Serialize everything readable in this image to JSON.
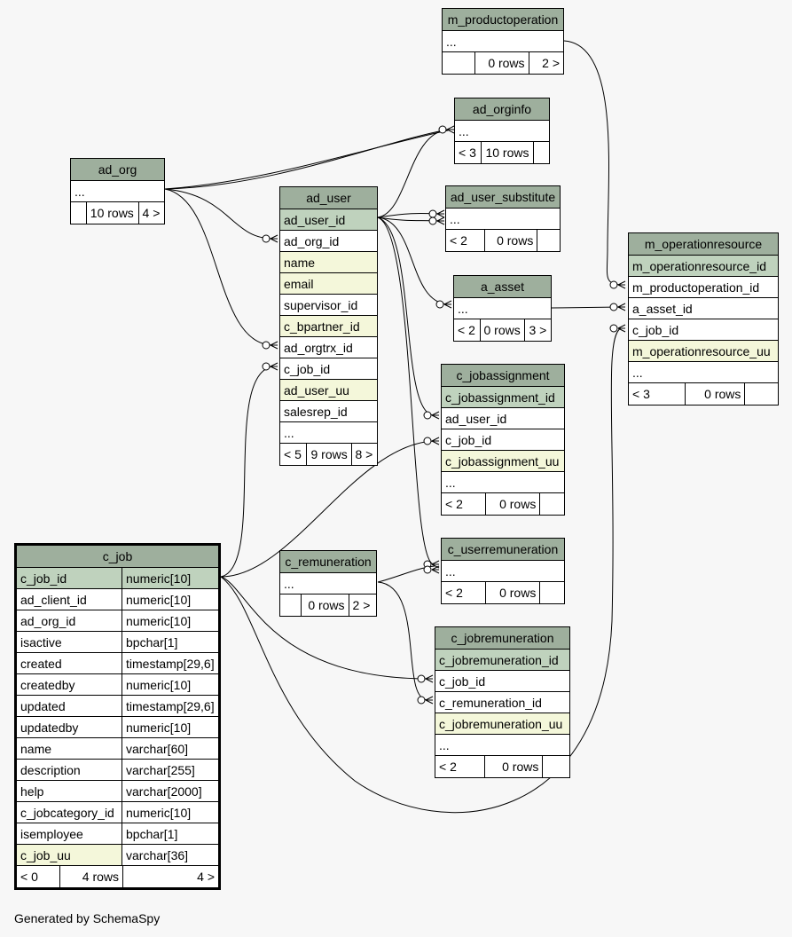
{
  "footer": "Generated by SchemaSpy",
  "tables": {
    "m_productoperation": {
      "title": "m_productoperation",
      "rows": [
        "..."
      ],
      "foot": [
        "",
        "0 rows",
        "2 >"
      ]
    },
    "ad_orginfo": {
      "title": "ad_orginfo",
      "rows": [
        "..."
      ],
      "foot": [
        "< 3",
        "10 rows",
        ""
      ]
    },
    "ad_org": {
      "title": "ad_org",
      "rows": [
        "..."
      ],
      "foot": [
        "",
        "10 rows",
        "4 >"
      ]
    },
    "ad_user": {
      "title": "ad_user",
      "rows": [
        "ad_user_id",
        "ad_org_id",
        "name",
        "email",
        "supervisor_id",
        "c_bpartner_id",
        "ad_orgtrx_id",
        "c_job_id",
        "ad_user_uu",
        "salesrep_id",
        "..."
      ],
      "foot": [
        "< 5",
        "9 rows",
        "8 >"
      ]
    },
    "ad_user_substitute": {
      "title": "ad_user_substitute",
      "rows": [
        "..."
      ],
      "foot": [
        "< 2",
        "0 rows",
        ""
      ]
    },
    "a_asset": {
      "title": "a_asset",
      "rows": [
        "..."
      ],
      "foot": [
        "< 2",
        "0 rows",
        "3 >"
      ]
    },
    "m_operationresource": {
      "title": "m_operationresource",
      "rows": [
        "m_operationresource_id",
        "m_productoperation_id",
        "a_asset_id",
        "c_job_id",
        "m_operationresource_uu",
        "..."
      ],
      "foot": [
        "< 3",
        "0 rows",
        ""
      ]
    },
    "c_jobassignment": {
      "title": "c_jobassignment",
      "rows": [
        "c_jobassignment_id",
        "ad_user_id",
        "c_job_id",
        "c_jobassignment_uu",
        "..."
      ],
      "foot": [
        "< 2",
        "0 rows",
        ""
      ]
    },
    "c_remuneration": {
      "title": "c_remuneration",
      "rows": [
        "..."
      ],
      "foot": [
        "",
        "0 rows",
        "2 >"
      ]
    },
    "c_userremuneration": {
      "title": "c_userremuneration",
      "rows": [
        "..."
      ],
      "foot": [
        "< 2",
        "0 rows",
        ""
      ]
    },
    "c_jobremuneration": {
      "title": "c_jobremuneration",
      "rows": [
        "c_jobremuneration_id",
        "c_job_id",
        "c_remuneration_id",
        "c_jobremuneration_uu",
        "..."
      ],
      "foot": [
        "< 2",
        "0 rows",
        ""
      ]
    },
    "c_job": {
      "title": "c_job",
      "columns": [
        {
          "name": "c_job_id",
          "type": "numeric[10]"
        },
        {
          "name": "ad_client_id",
          "type": "numeric[10]"
        },
        {
          "name": "ad_org_id",
          "type": "numeric[10]"
        },
        {
          "name": "isactive",
          "type": "bpchar[1]"
        },
        {
          "name": "created",
          "type": "timestamp[29,6]"
        },
        {
          "name": "createdby",
          "type": "numeric[10]"
        },
        {
          "name": "updated",
          "type": "timestamp[29,6]"
        },
        {
          "name": "updatedby",
          "type": "numeric[10]"
        },
        {
          "name": "name",
          "type": "varchar[60]"
        },
        {
          "name": "description",
          "type": "varchar[255]"
        },
        {
          "name": "help",
          "type": "varchar[2000]"
        },
        {
          "name": "c_jobcategory_id",
          "type": "numeric[10]"
        },
        {
          "name": "isemployee",
          "type": "bpchar[1]"
        },
        {
          "name": "c_job_uu",
          "type": "varchar[36]"
        }
      ],
      "foot": [
        "< 0",
        "4 rows",
        "4 >"
      ]
    }
  }
}
